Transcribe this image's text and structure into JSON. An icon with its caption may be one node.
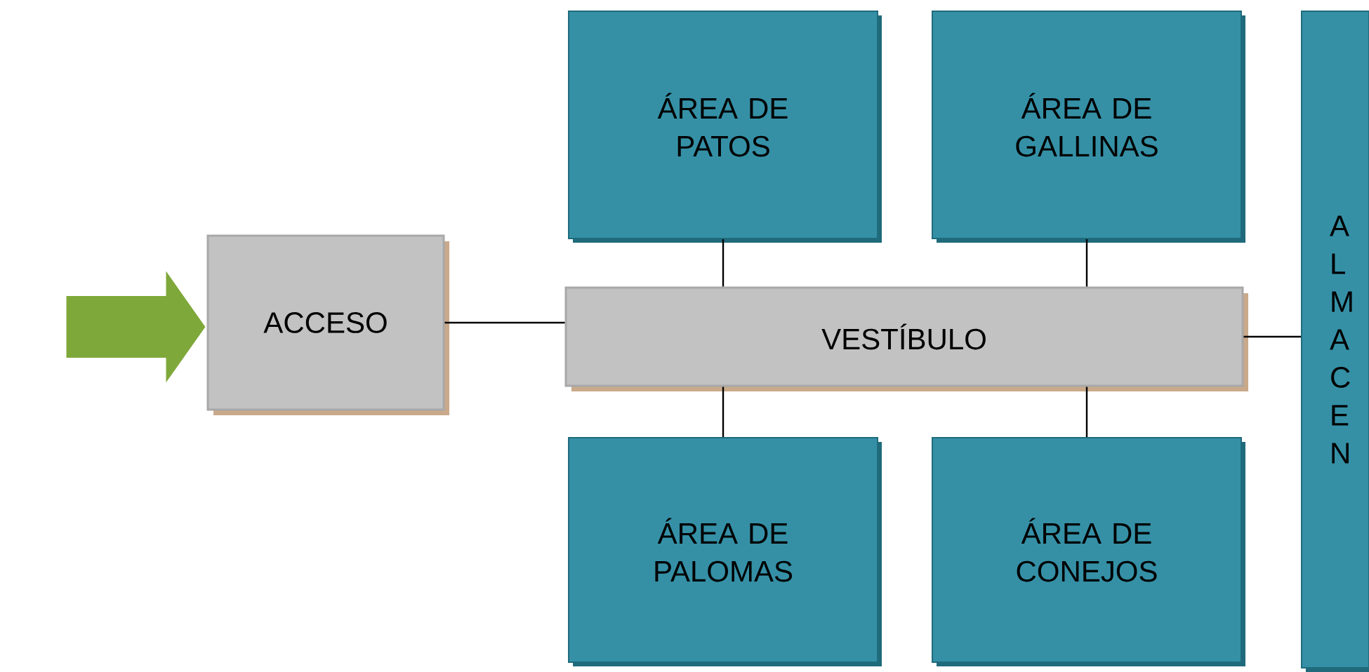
{
  "diagram": {
    "nodes": [
      {
        "text": [
          "ACCESO"
        ]
      },
      {
        "text": [
          "ÁREA DE PATOS"
        ]
      },
      {
        "text": [
          "ÁREA DE GALLINAS"
        ]
      },
      {
        "text": [
          "VESTÍBULO"
        ]
      },
      {
        "text": [
          "ÁREA DE PALOMAS"
        ]
      },
      {
        "text": [
          "ÁREA DE CONEJOS"
        ]
      },
      {
        "text": [
          "ALMACEN"
        ]
      }
    ],
    "edges": [
      {
        "from": null,
        "to": 0,
        "arrow": "to",
        "style": "thick",
        "color": "#7fa83a"
      },
      {
        "from": 0,
        "to": 3,
        "arrow": "none"
      },
      {
        "from": 1,
        "to": 3,
        "arrow": "none"
      },
      {
        "from": 2,
        "to": 3,
        "arrow": "none"
      },
      {
        "from": 3,
        "to": 4,
        "arrow": "none"
      },
      {
        "from": 3,
        "to": 5,
        "arrow": "none"
      },
      {
        "from": 3,
        "to": 6,
        "arrow": "none"
      }
    ]
  }
}
